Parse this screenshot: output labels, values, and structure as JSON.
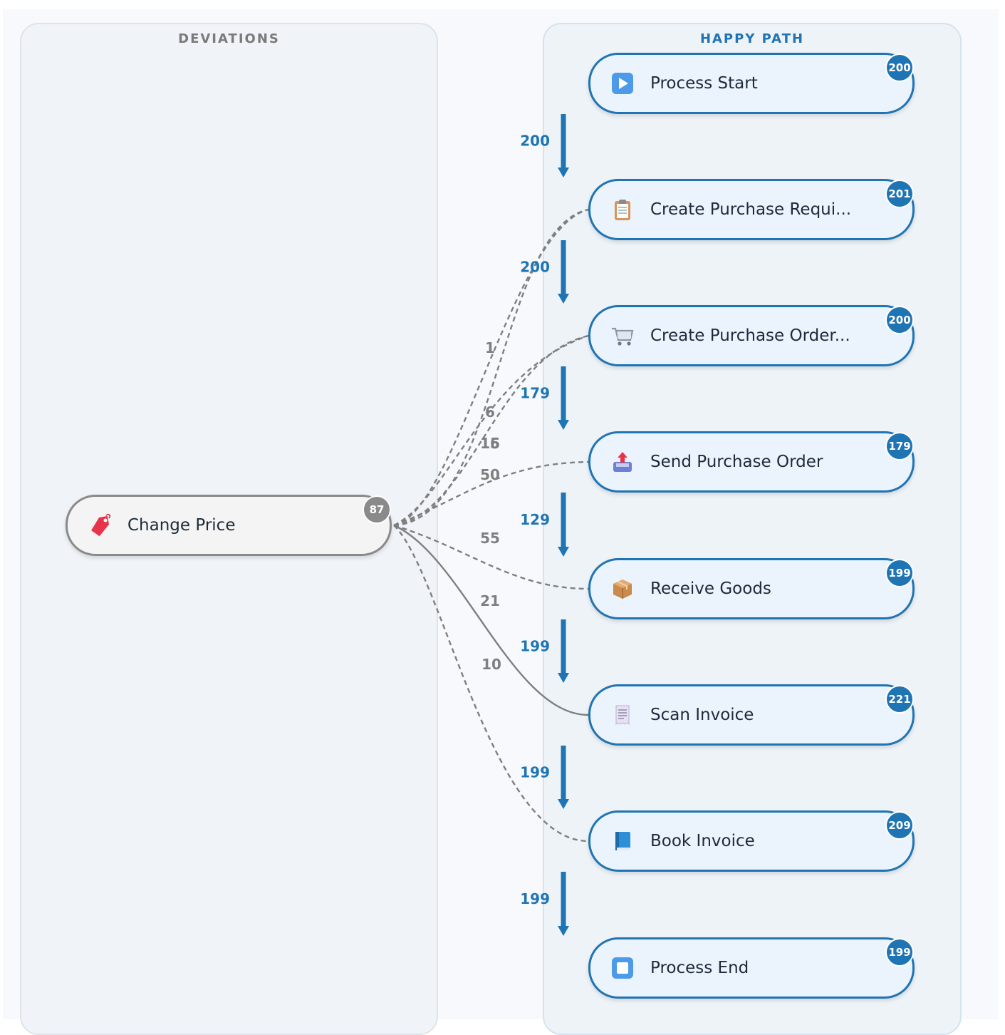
{
  "lanes": {
    "deviations_title": "DEVIATIONS",
    "happy_path_title": "HAPPY PATH"
  },
  "happy_nodes": [
    {
      "id": "start",
      "label": "Process Start",
      "count": "200",
      "icon": "play-icon"
    },
    {
      "id": "cpr",
      "label": "Create Purchase Requi...",
      "count": "201",
      "icon": "clipboard-icon"
    },
    {
      "id": "cpo",
      "label": "Create Purchase Order...",
      "count": "200",
      "icon": "shopping-cart-icon"
    },
    {
      "id": "spo",
      "label": "Send Purchase Order",
      "count": "179",
      "icon": "outbox-tray-icon"
    },
    {
      "id": "rg",
      "label": "Receive Goods",
      "count": "199",
      "icon": "package-icon"
    },
    {
      "id": "si",
      "label": "Scan Invoice",
      "count": "221",
      "icon": "receipt-icon"
    },
    {
      "id": "bi",
      "label": "Book Invoice",
      "count": "209",
      "icon": "blue-book-icon"
    },
    {
      "id": "end",
      "label": "Process End",
      "count": "199",
      "icon": "stop-square-icon"
    }
  ],
  "happy_edges": [
    "200",
    "200",
    "179",
    "129",
    "199",
    "199",
    "199"
  ],
  "deviation_node": {
    "label": "Change Price",
    "count": "87",
    "icon": "price-tag-icon"
  },
  "deviation_edges": [
    {
      "target": "cpr",
      "direction": "from",
      "label": "1",
      "style": "dashed"
    },
    {
      "target": "cpo",
      "direction": "from",
      "label": "6",
      "style": "dashed"
    },
    {
      "target": "cpo",
      "direction": "to",
      "label": "16",
      "style": "dashed"
    },
    {
      "target": "spo",
      "direction": "to",
      "label": "15",
      "style": "dashed"
    },
    {
      "target": "cpr",
      "direction": "to",
      "label": "50",
      "style": "dashed"
    },
    {
      "target": "rg",
      "direction": "to",
      "label": "55",
      "style": "dashed"
    },
    {
      "target": "si",
      "direction": "to",
      "label": "21",
      "style": "solid"
    },
    {
      "target": "bi",
      "direction": "to",
      "label": "10",
      "style": "dashed"
    }
  ],
  "colors": {
    "happy": "#1f74b3",
    "deviation": "#8a8a8a",
    "deviation_edge": "#7f7f7f"
  }
}
